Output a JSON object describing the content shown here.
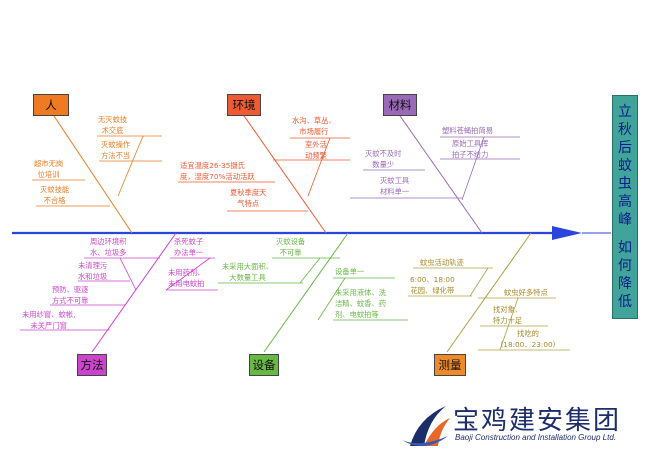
{
  "effect": {
    "line1": "立秋后蚊虫高峰",
    "line2": "如何降低",
    "color": "#40a49a"
  },
  "categories": {
    "people": {
      "label": "人",
      "color": "#ee7a22"
    },
    "environment": {
      "label": "环境",
      "color": "#ee5a32"
    },
    "materials": {
      "label": "材料",
      "color": "#9a6ab8"
    },
    "methods": {
      "label": "方法",
      "color": "#cc44cc"
    },
    "equipment": {
      "label": "设备",
      "color": "#68b844"
    },
    "measurement": {
      "label": "测量",
      "color": "#ee8a2a"
    }
  },
  "causes": {
    "people_1": "无灭蚊技\n术交底",
    "people_2": "灭蚊操作\n方法不当",
    "people_3": "超市无岗\n位培训",
    "people_4": "灭蚊技能\n不合格",
    "env_1": "水沟、草丛、\n市场履行",
    "env_2": "室外活\n动频繁",
    "env_3": "适宜温度26-35摄氏\n度，湿度70%活动活跃",
    "env_4": "夏秋季度天\n气特点",
    "mat_1": "塑料苍蝇拍简易",
    "mat_2": "原始工具挥\n拍子不给力",
    "mat_3": "灭蚊不及时\n数量少",
    "mat_4": "灭蚊工具\n材料单一",
    "meth_1": "周边环境积\n水、垃圾多",
    "meth_2": "未清理污\n水和垃圾",
    "meth_3": "预防、驱逐\n方式不可靠",
    "meth_4": "未用纱窗、蚊帐,\n未关严门窗",
    "meth_5": "杀死蚊子\n办法单一",
    "meth_6": "未用药剂、\n未用电蚊拍",
    "eq_1": "灭蚊设备\n不可靠",
    "eq_2": "未采用大面积、\n大数量工具",
    "eq_3": "设备单一",
    "eq_4": "未采用液体、洗\n洁精、蚊香、药\n剂、电蚊拍等",
    "meas_1": "蚊虫活动轨迹",
    "meas_2": "6:00、18:00\n花园、绿化带",
    "meas_3": "蚊虫好多特点",
    "meas_4": "找对象、\n特力十足",
    "meas_5": "找吃的\n（18:00、23:00）"
  },
  "logo": {
    "cn": "宝鸡建安集团",
    "en": "Baoji Construction and Installation Group Ltd."
  },
  "colors": {
    "spine": "#2a44dd",
    "people": "#ee7a22",
    "environment": "#ee5a32",
    "materials": "#9a6ab8",
    "methods": "#cc44cc",
    "equipment": "#68b844",
    "measurement": "#b0a040"
  }
}
